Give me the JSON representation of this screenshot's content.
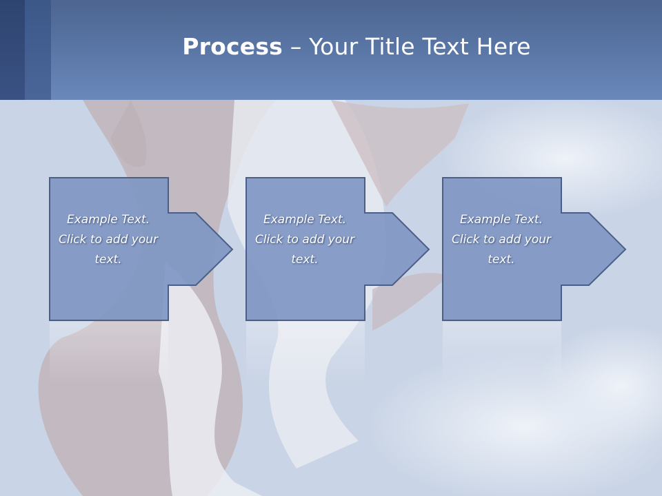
{
  "slide": {
    "title_bold": "Process",
    "title_rest": " – Your Title Text Here"
  },
  "steps": [
    {
      "text": "Example Text. Click  to add your text."
    },
    {
      "text": "Example Text. Click  to add your text."
    },
    {
      "text": "Example Text. Click  to add your text."
    }
  ],
  "colors": {
    "header": "#5b78a8",
    "box_fill": "#8097c3",
    "box_stroke": "#4a5e87",
    "text": "#ffffff"
  }
}
